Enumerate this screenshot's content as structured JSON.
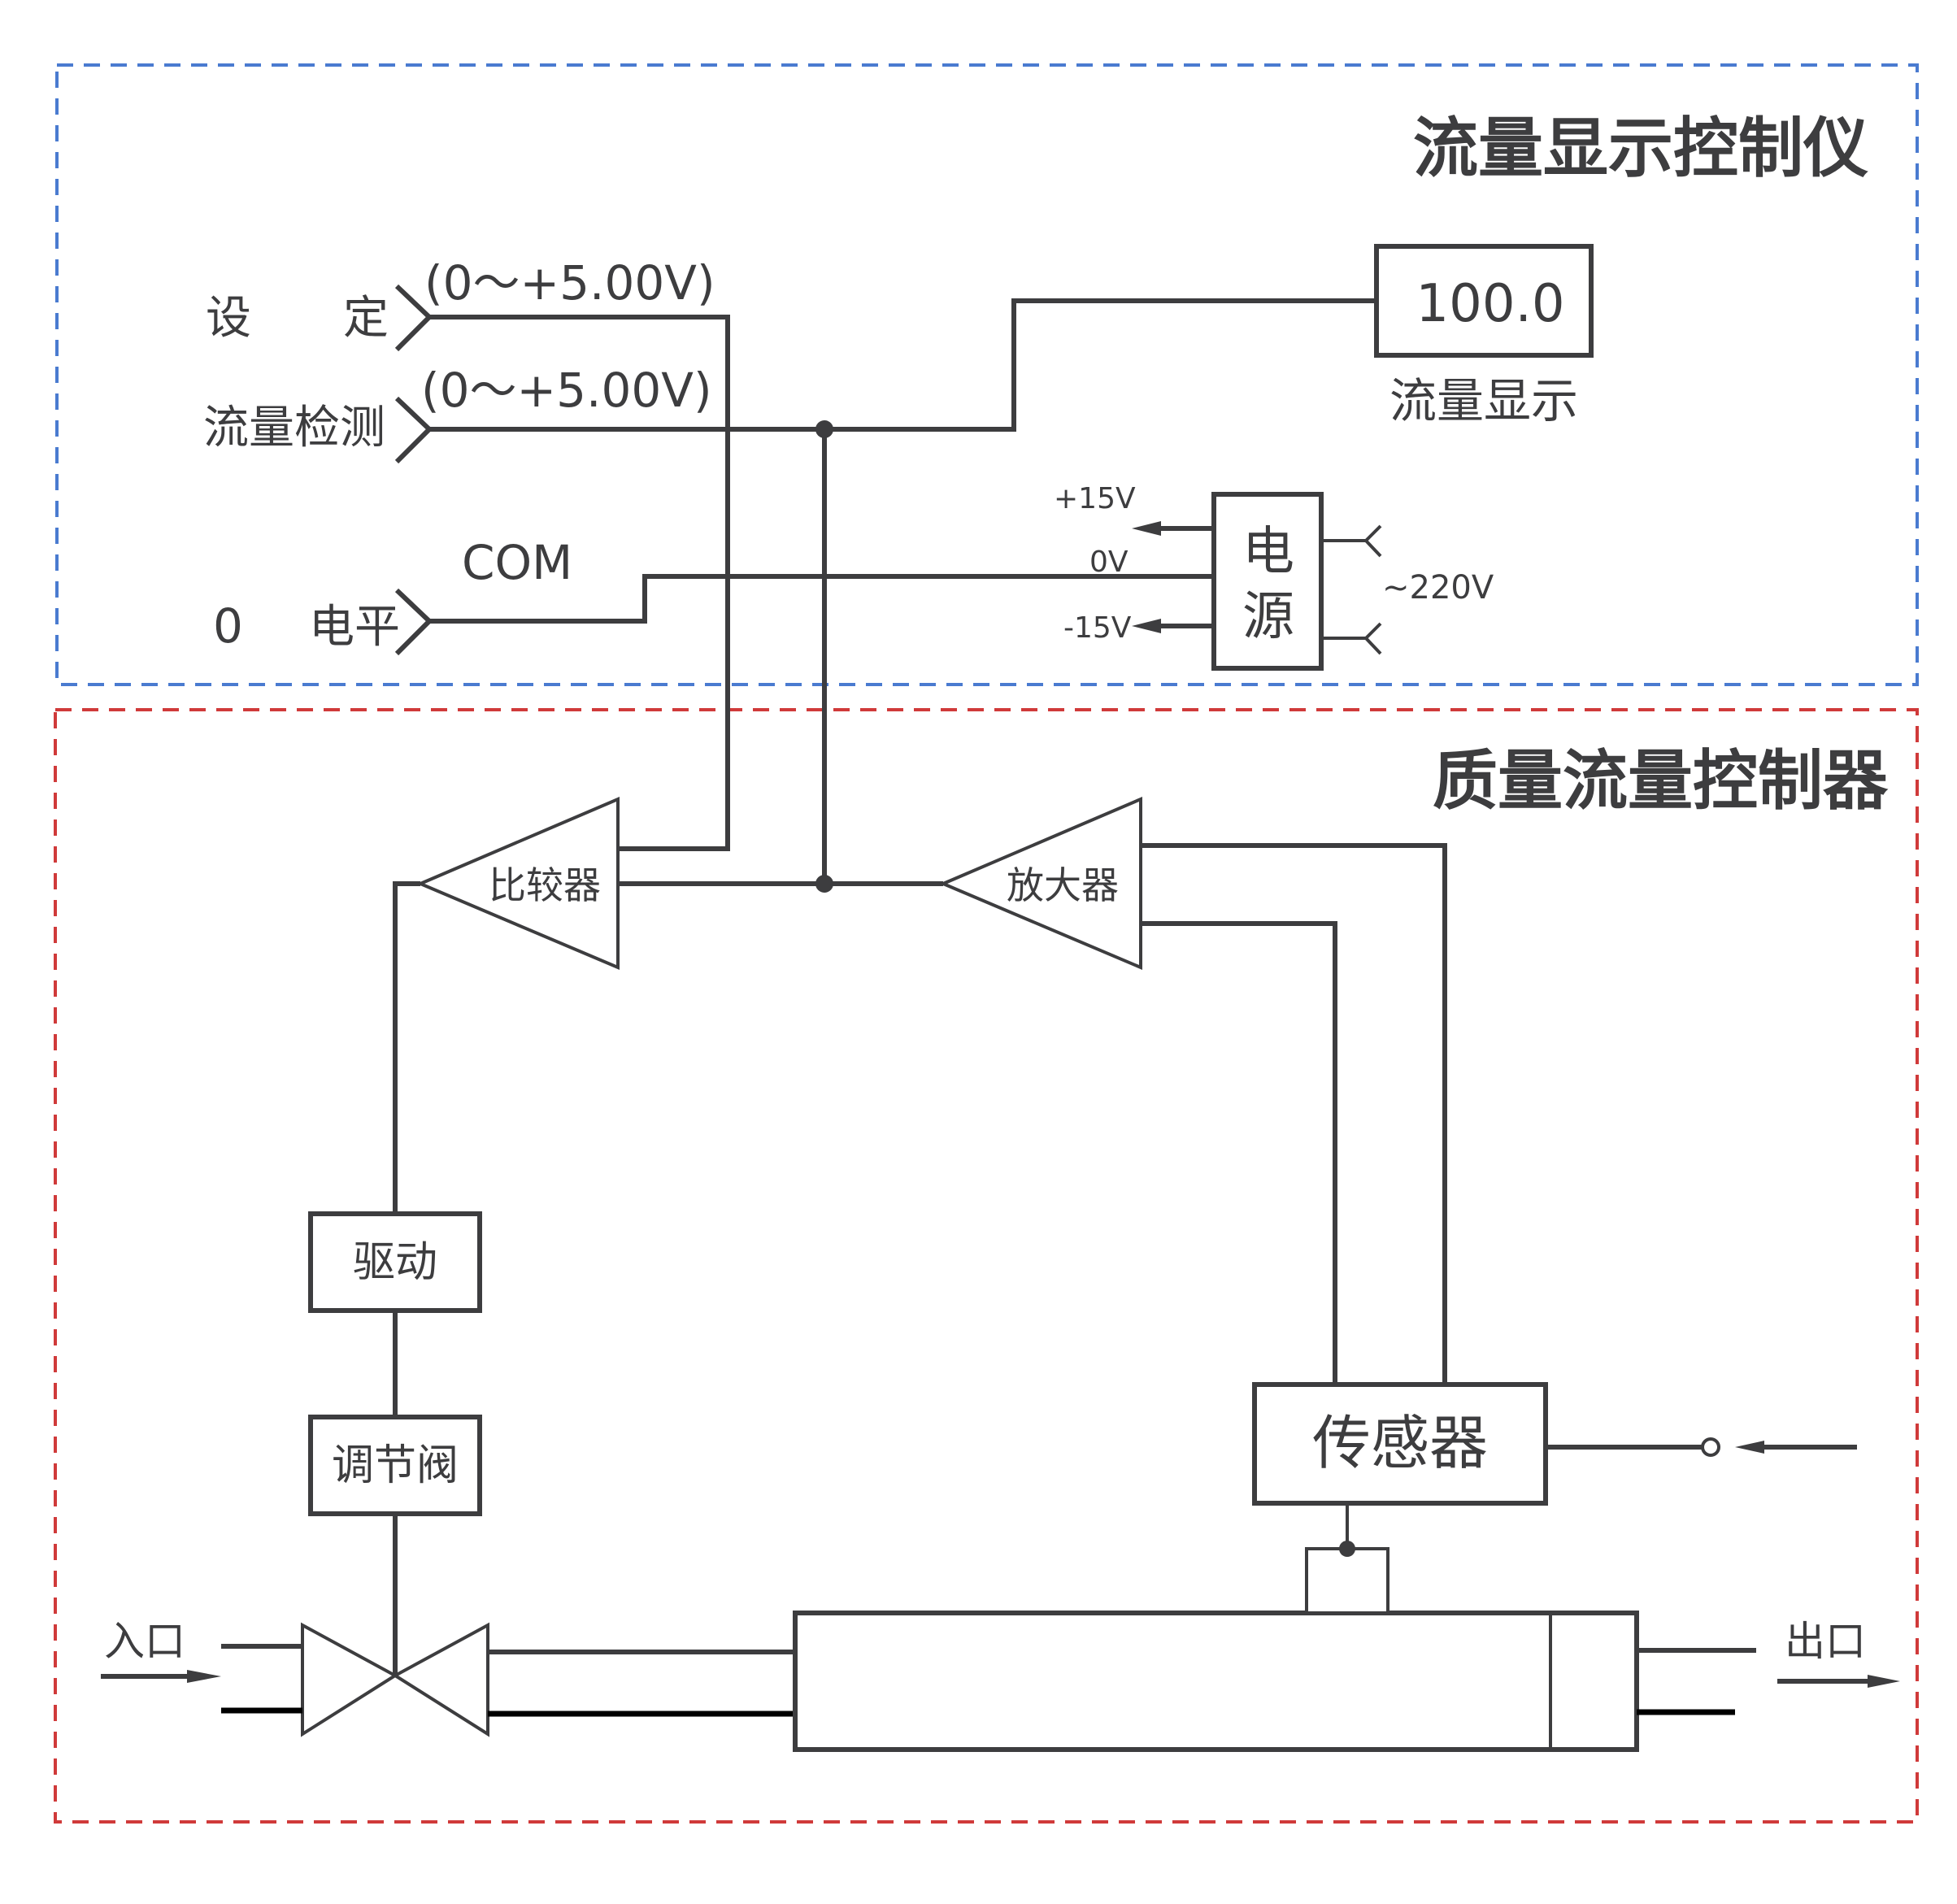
{
  "colors": {
    "ink": "#3d3d3f",
    "display_instrument_border": "#4a7bd0",
    "mass_flow_controller_border": "#d03a3a"
  },
  "display_instrument": {
    "title": "流量显示控制仪",
    "inputs": {
      "setpoint": {
        "label_left": "设",
        "label_right": "定",
        "range": "(0～+5.00V)"
      },
      "flow_detect": {
        "label": "流量检测",
        "range": "(0～+5.00V)"
      },
      "com": {
        "label_num": "0",
        "label": "电平",
        "name": "COM"
      }
    },
    "flow_display": {
      "value": "100.0",
      "label": "流量显示"
    },
    "power_supply": {
      "label_line1": "电",
      "label_line2": "源",
      "outputs": [
        "+15V",
        "0V",
        "-15V"
      ],
      "input": "~220V"
    }
  },
  "mass_flow_controller": {
    "title": "质量流量控制器",
    "comparator": "比较器",
    "amplifier": "放大器",
    "driver": "驱动",
    "control_valve": "调节阀",
    "sensor": "传感器",
    "inlet": "入口",
    "outlet": "出口"
  }
}
